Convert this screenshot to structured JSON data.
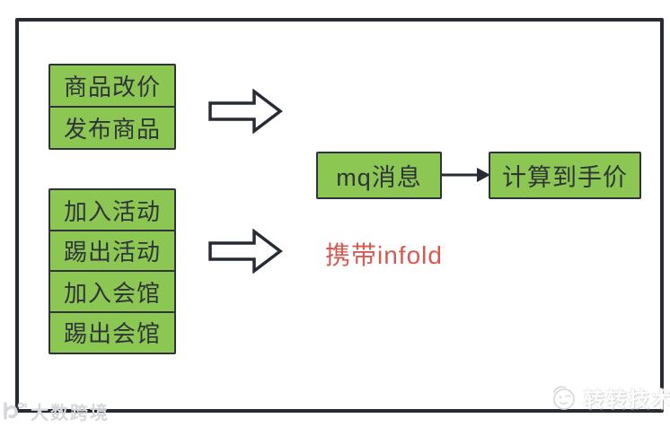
{
  "top_group": {
    "items": [
      "商品改价",
      "发布商品"
    ]
  },
  "bottom_group": {
    "items": [
      "加入活动",
      "踢出活动",
      "加入会馆",
      "踢出会馆"
    ]
  },
  "mq_flow": {
    "source": "mq消息",
    "target": "计算到手价"
  },
  "annotation": {
    "text": "携带infold",
    "color": "#d65a52"
  },
  "colors": {
    "box_fill": "#8cc653",
    "box_border": "#2f343a",
    "box_text": "#2f343a",
    "frame_border": "#272b33",
    "annotation_red": "#d65a52",
    "watermark_gray": "#d5d7da"
  },
  "watermark": {
    "text": "大数跨境"
  },
  "brand": {
    "text": "转转技术"
  }
}
